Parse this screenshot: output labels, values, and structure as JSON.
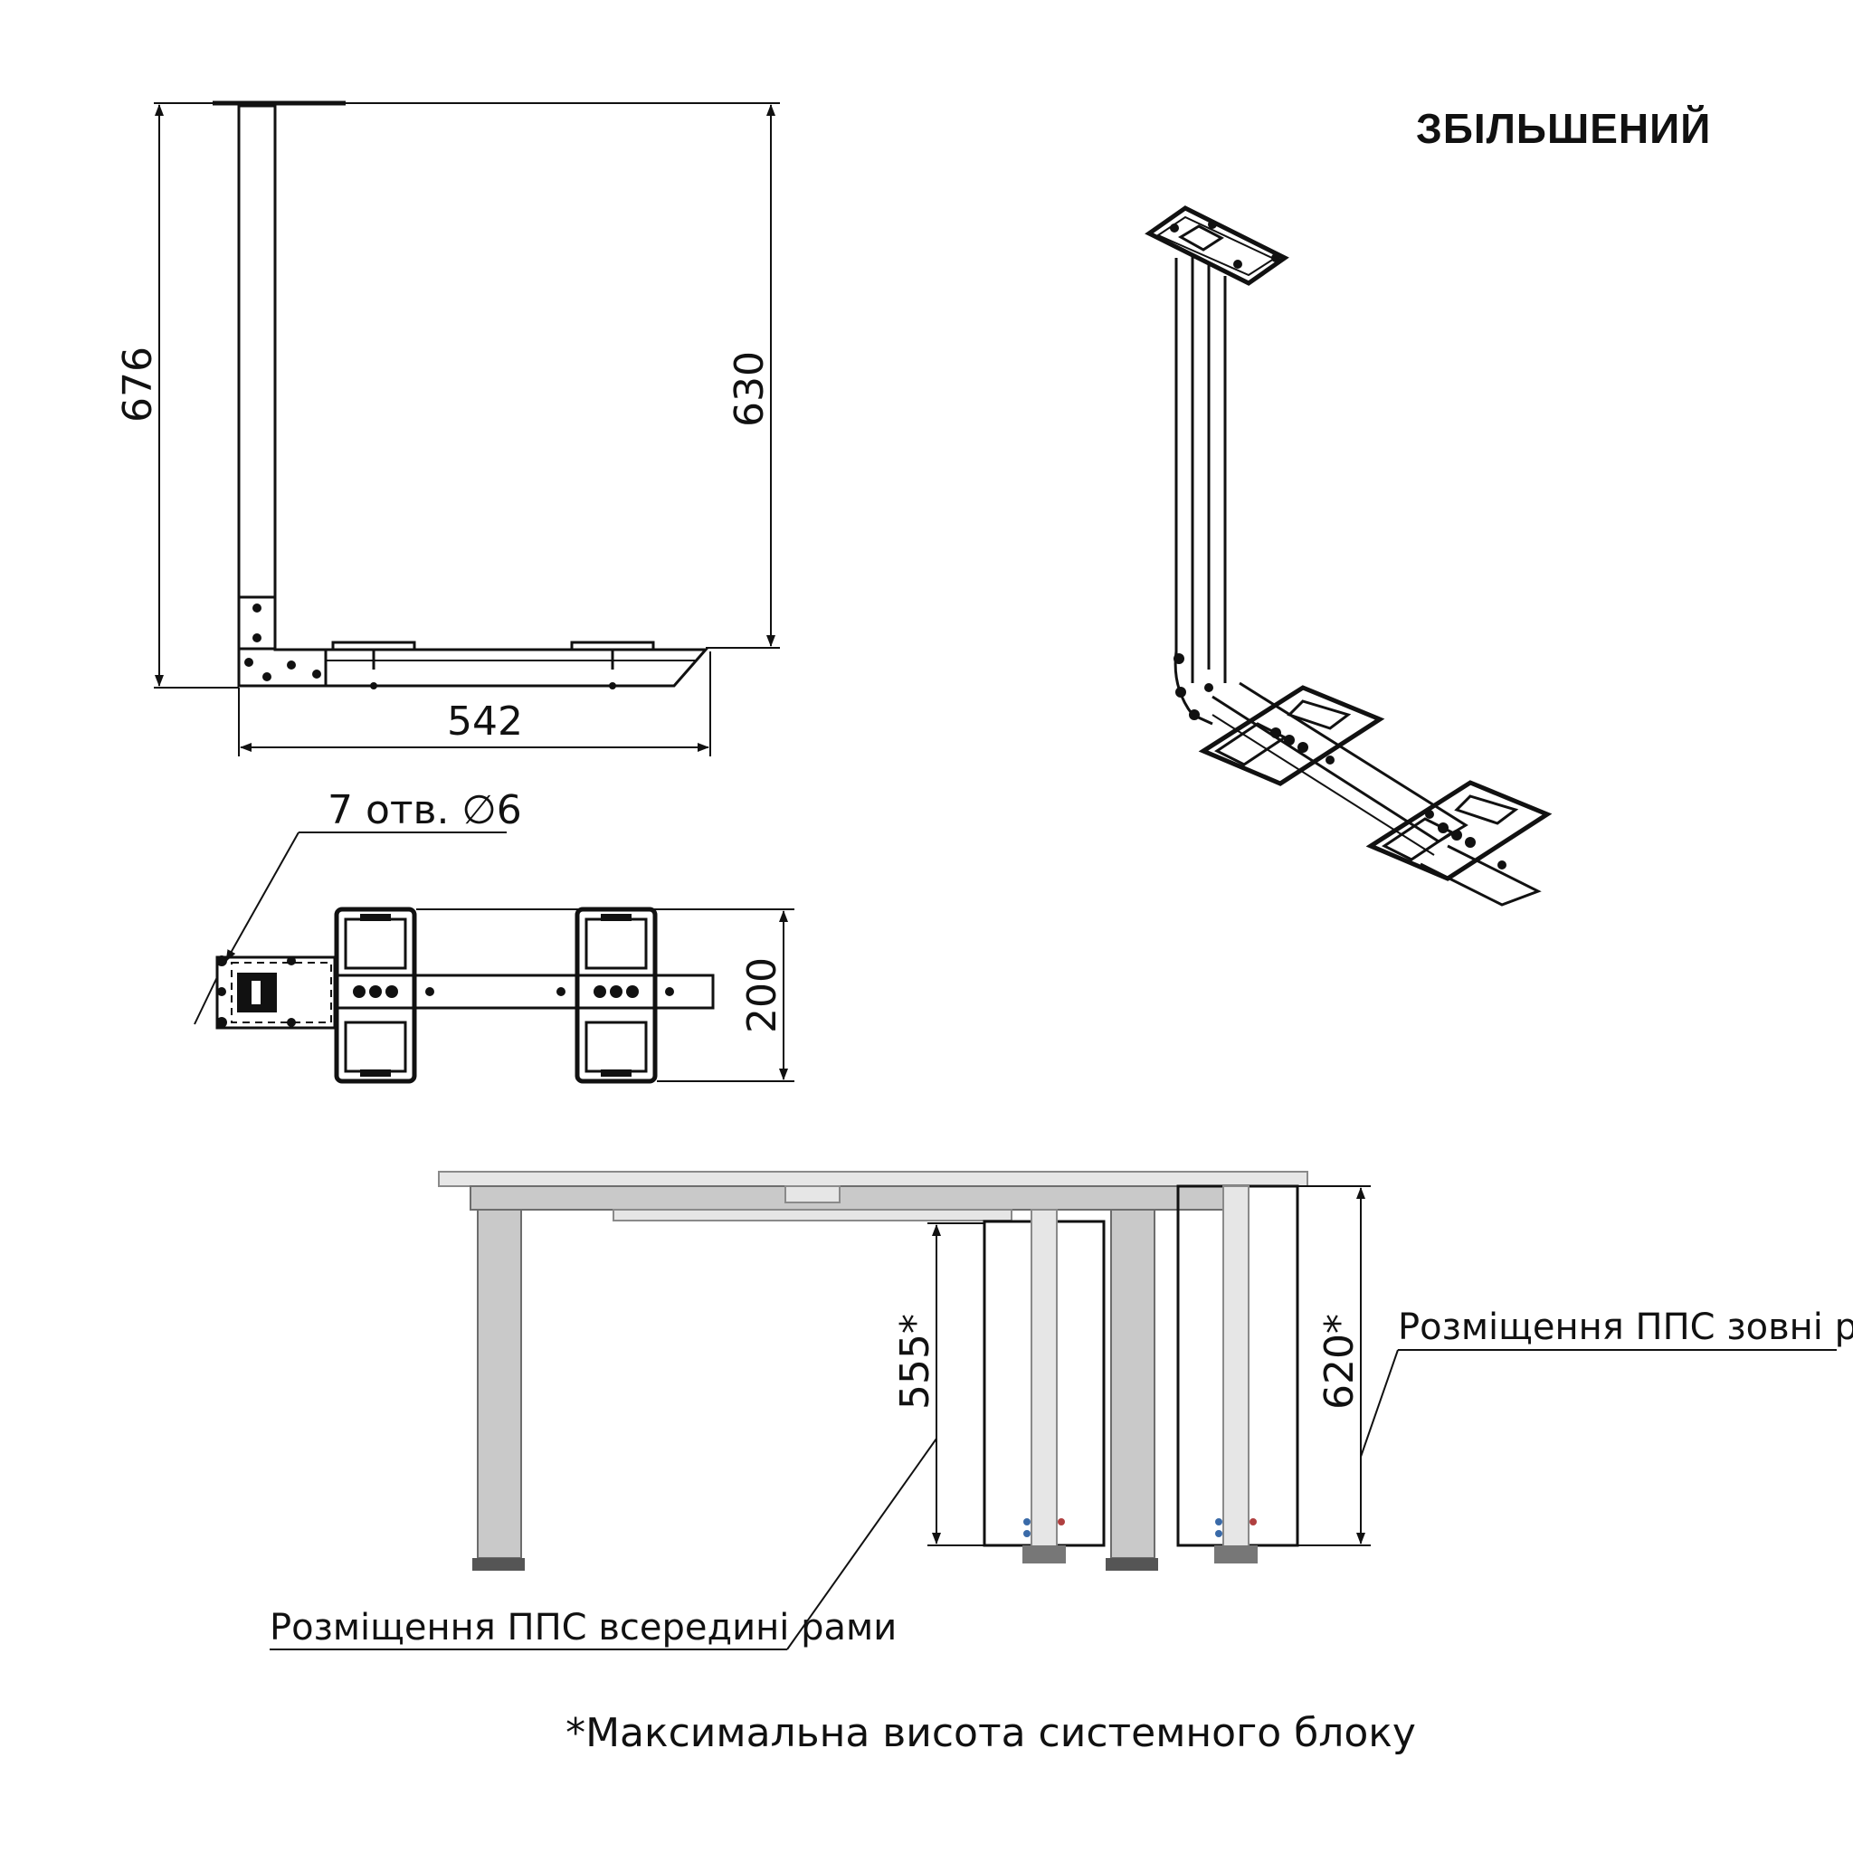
{
  "title": "ЗБІЛЬШЕНИЙ",
  "dimensions": {
    "total_height": "676",
    "inner_height": "630",
    "base_width": "542",
    "depth": "200",
    "holes": "7 отв. ∅6",
    "inside_height": "555*",
    "outside_height": "620*"
  },
  "captions": {
    "inside": "Розміщення ППС всередині рами",
    "outside": "Розміщення ППС зовні рами"
  },
  "footnote": "*Максимальна висота системного блоку"
}
